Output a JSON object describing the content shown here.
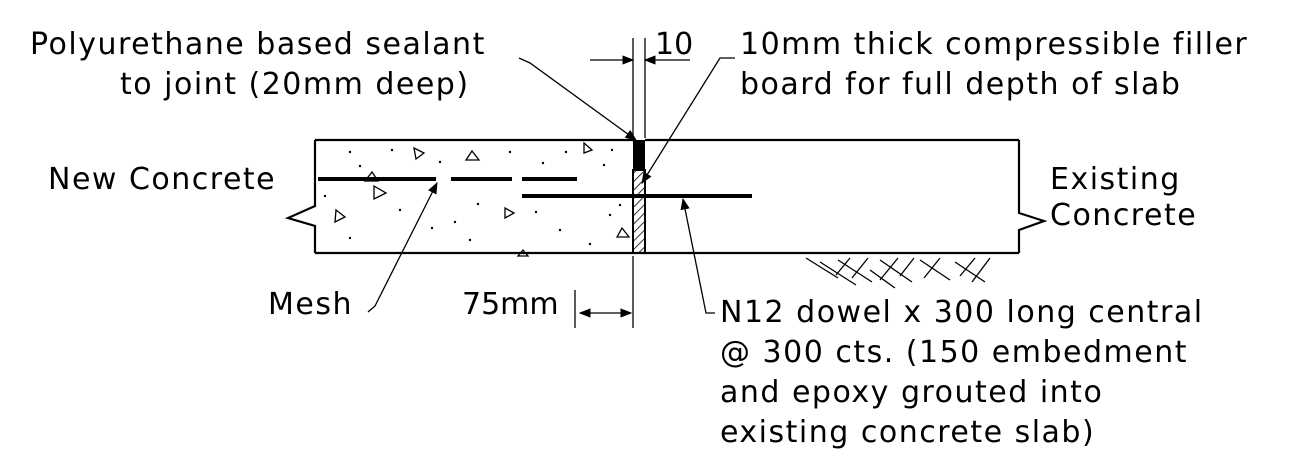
{
  "labels": {
    "sealant_l1": "Polyurethane based sealant",
    "sealant_l2": "to joint (20mm deep)",
    "dim_10": "10",
    "filler_l1": "10mm thick compressible filler",
    "filler_l2": "board for full depth of slab",
    "new_concrete": "New Concrete",
    "existing_l1": "Existing",
    "existing_l2": "Concrete",
    "mesh": "Mesh",
    "dim_75": "75mm",
    "dowel_l1": "N12 dowel x 300 long central",
    "dowel_l2": "@ 300 cts. (150 embedment",
    "dowel_l3": "and epoxy grouted into",
    "dowel_l4": "existing concrete slab)"
  }
}
